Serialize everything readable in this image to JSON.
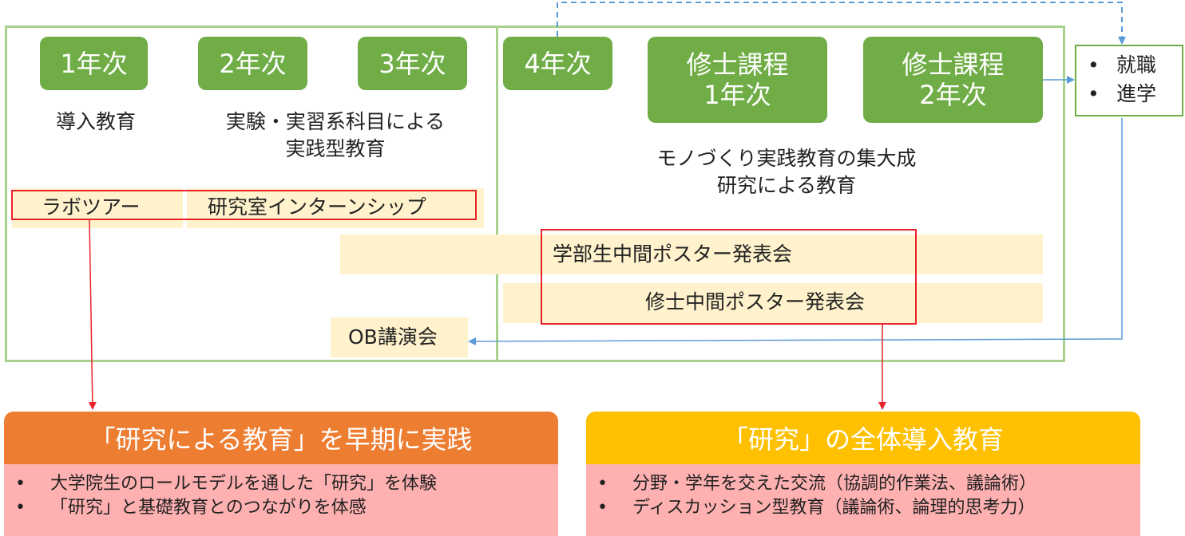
{
  "years": {
    "y1": "1年次",
    "y2": "2年次",
    "y3": "3年次",
    "y4": "4年次",
    "m1": "修士課程\n1年次",
    "m2": "修士課程\n2年次"
  },
  "descriptions": {
    "intro": "導入教育",
    "practical": "実験・実習系科目による\n実践型教育",
    "monozukuri": "モノづくり実践教育の集大成\n研究による教育"
  },
  "activities": {
    "lab_tour": "ラボツアー",
    "lab_internship": "研究室インターンシップ",
    "undergrad_poster": "学部生中間ポスター発表会",
    "master_poster": "修士中間ポスター発表会",
    "ob_lecture": "OB講演会"
  },
  "outcomes": [
    "就職",
    "進学"
  ],
  "panels": {
    "early": {
      "title": "「研究による教育」を早期に実践",
      "color": "#ed7d31",
      "items": [
        "大学院生のロールモデルを通した「研究」を体験",
        "「研究」と基礎教育とのつながりを体感"
      ]
    },
    "overall": {
      "title": "「研究」の全体導入教育",
      "color": "#ffc000",
      "items": [
        "分野・学年を交えた交流（協調的作業法、議論術）",
        "ディスカッション型教育（議論術、論理的思考力）"
      ]
    }
  },
  "colors": {
    "year_box": "#70ad47",
    "frame": "#a9d18e",
    "band": "#fff2cc",
    "highlight": "#e8242a",
    "flow_arrow": "#5b9bd5",
    "panel_body": "#ffb0b0"
  }
}
